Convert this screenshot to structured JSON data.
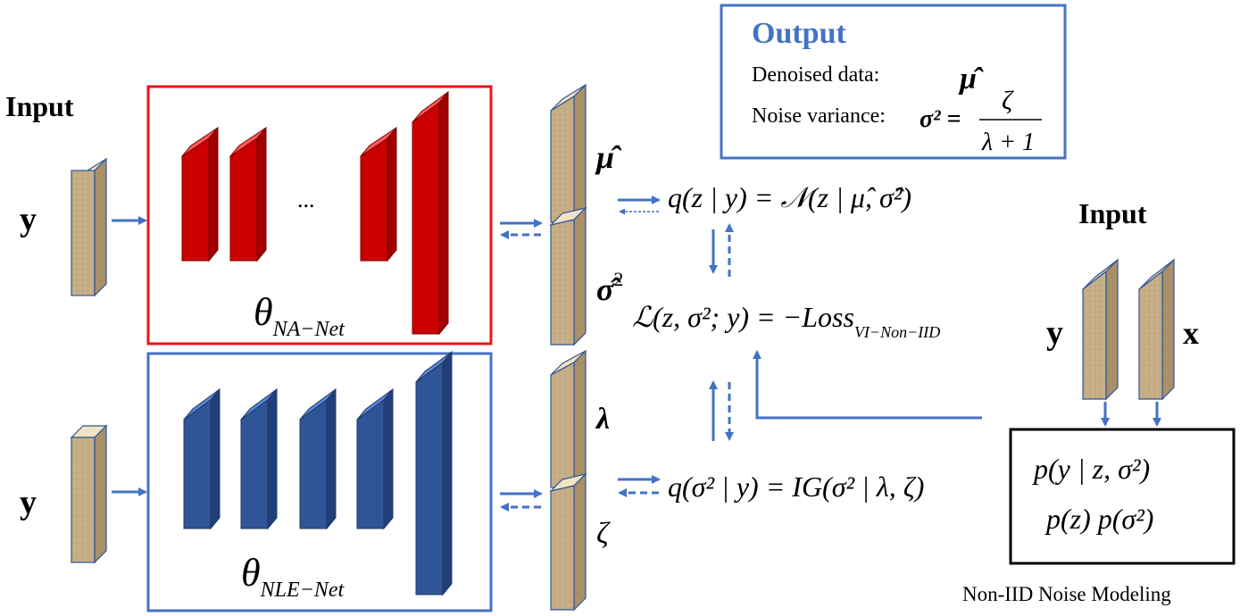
{
  "colors": {
    "red_box": "#e8141b",
    "red_layer": "#cc0000",
    "red_layer_edge": "#ff4040",
    "blue_box": "#4472c4",
    "blue_layer": "#2f5597",
    "blue_layer_edge": "#4472c4",
    "tan_block": "#c9b38a",
    "tan_edge": "#f0e2c0",
    "arrow": "#4472c4",
    "output_title": "#4472c4"
  },
  "left": {
    "input_label": "Input",
    "y_top": "y",
    "y_bottom": "y",
    "ellipsis": "...",
    "na_net_theta": "θ",
    "na_net_sub": "NA−Net",
    "nle_net_theta": "θ",
    "nle_net_sub": "NLE−Net"
  },
  "outputs": {
    "mu_hat": "μ̂",
    "sigma_hat_sq": "σ̂",
    "sigma_exp": "2",
    "lambda": "λ",
    "zeta": "ζ"
  },
  "equations": {
    "q_z": "q(z | y) = 𝒩(z | μ̂, σ̂²)",
    "loss_main": "ℒ(z, σ²; y) = −Loss",
    "loss_sub": "VI−Non−IID",
    "q_sigma": "q(σ² | y) = IG(σ² | λ, ζ)"
  },
  "output_box": {
    "title": "Output",
    "denoised_label": "Denoised data:",
    "denoised_symbol": "μ̂",
    "noise_label": "Noise variance:",
    "sigma_sq": "σ² =",
    "frac_num": "ζ",
    "frac_den": "λ + 1"
  },
  "right": {
    "input_label": "Input",
    "y_label": "y",
    "x_label": "x",
    "model_line1": "p(y | z, σ²)",
    "model_line2": "p(z)  p(σ²)",
    "caption": "Non-IID Noise Modeling"
  }
}
